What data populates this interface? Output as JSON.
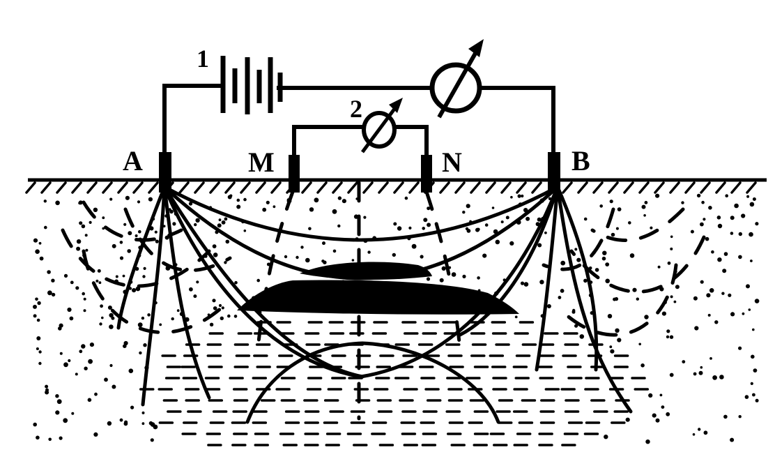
{
  "labels": {
    "electrode_a": "A",
    "electrode_b": "B",
    "electrode_m": "M",
    "electrode_n": "N",
    "battery_number": "1",
    "voltmeter_number": "2"
  },
  "colors": {
    "ink": "#000000",
    "paper": "#ffffff"
  }
}
